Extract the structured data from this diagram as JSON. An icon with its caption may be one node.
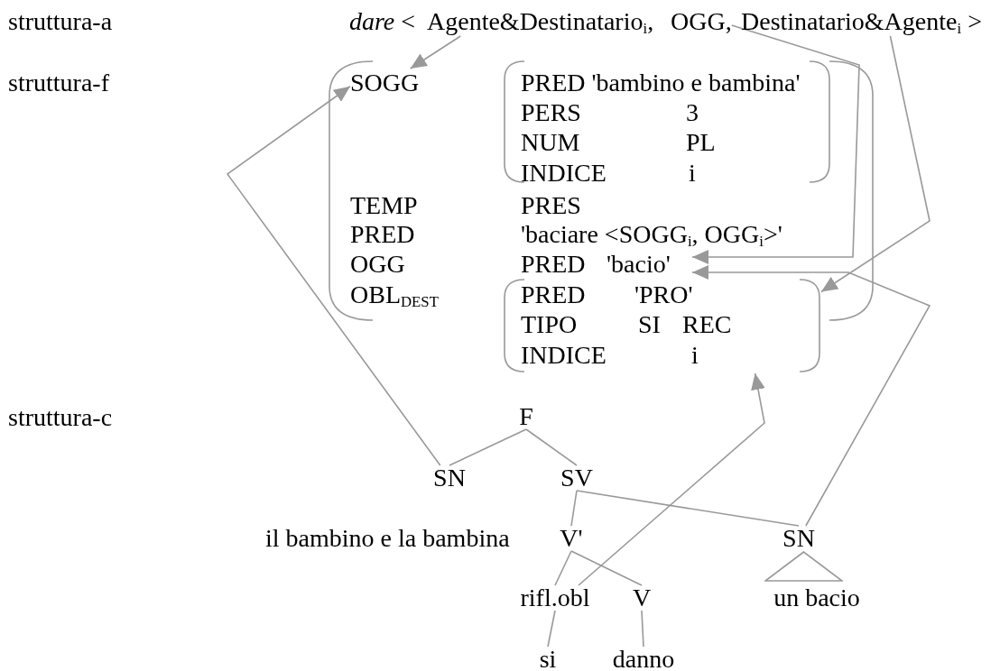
{
  "diagram": {
    "nodes": [
      {
        "text": [
          "Agente&Destinatario$_{i}$,"
        ]
      },
      {
        "text": [
          "OGG,"
        ]
      },
      {
        "text": [
          "Destinatario&Agente$_{i}$ >"
        ]
      },
      {
        "text": [
          "TEMP",
          "PRES",
          "PRED",
          "'baciare <SOGG$_{i}$, OGG$_{i}$>'",
          "OGG",
          "OBL$_{DEST}$"
        ]
      },
      {
        "text": [
          "SOGG"
        ],
        "in": 3
      },
      {
        "text": [
          "PRED 'bambino e bambina'",
          "PERS",
          "3",
          "NUM",
          "PL",
          "INDICE",
          "i"
        ],
        "in": 3
      },
      {
        "text": [
          "PRED",
          "'bacio'"
        ],
        "in": 3
      },
      {
        "text": [
          "PRED",
          "'PRO'",
          "TIPO",
          "SI",
          "REC",
          "INDICE",
          "i"
        ]
      },
      {
        "text": [
          "F"
        ]
      },
      {
        "text": [
          "SN"
        ]
      },
      {
        "text": [
          "SV"
        ]
      },
      {
        "text": [
          "V'"
        ]
      },
      {
        "text": [
          "SN"
        ]
      },
      {
        "text": [
          "rifl.obl"
        ]
      },
      {
        "text": [
          "V"
        ]
      },
      {
        "text": [],
        "shape": "triangle"
      },
      {
        "text": [
          "un bacio"
        ]
      },
      {
        "text": [
          "si"
        ]
      },
      {
        "text": [
          "danno"
        ]
      }
    ],
    "edges": [
      {
        "from": 0,
        "to": 4,
        "arrow": "to"
      },
      {
        "from": 1,
        "to": 6,
        "arrow": "to"
      },
      {
        "from": 2,
        "to": 7,
        "arrow": "to"
      },
      {
        "from": 9,
        "to": 4,
        "arrow": "to"
      },
      {
        "from": 13,
        "to": 7,
        "arrow": "to"
      },
      {
        "from": 12,
        "to": 6,
        "arrow": "to"
      },
      {
        "from": 8,
        "to": 9,
        "arrow": "none"
      },
      {
        "from": 8,
        "to": 10,
        "arrow": "none"
      },
      {
        "from": 10,
        "to": 11,
        "arrow": "none"
      },
      {
        "from": 10,
        "to": 12,
        "arrow": "none"
      },
      {
        "from": 11,
        "to": 13,
        "arrow": "none"
      },
      {
        "from": 11,
        "to": 14,
        "arrow": "none"
      },
      {
        "from": 13,
        "to": 17,
        "arrow": "none"
      },
      {
        "from": 14,
        "to": 18,
        "arrow": "none"
      }
    ],
    "labels": [
      "struttura-a",
      "*dare* <",
      "struttura-f",
      "struttura-c",
      "il bambino e la bambina"
    ]
  }
}
